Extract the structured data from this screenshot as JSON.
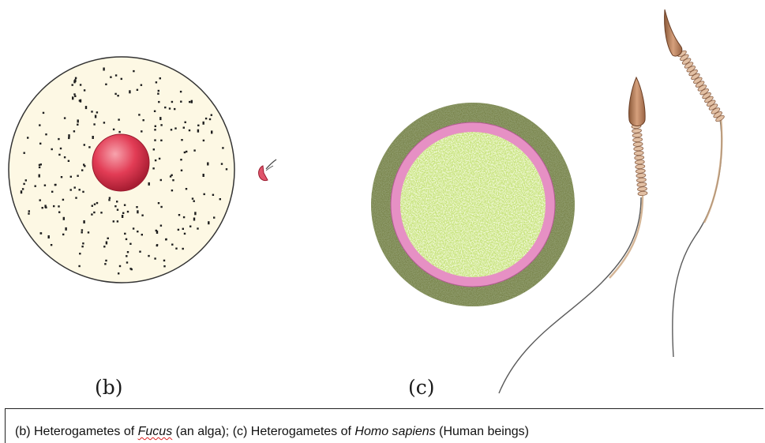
{
  "labels": {
    "b": "(b)",
    "c": "(c)"
  },
  "caption": {
    "part1": "(b) Heterogametes of ",
    "fucus": "Fucus",
    "part2": " (an alga); (c) Heterogametes of ",
    "homo": "Homo sapiens",
    "part3": " (Human beings)"
  },
  "colors": {
    "egg_b_fill": "#fdf8e4",
    "nucleus": "#d8334d",
    "egg_c_outer": "#6f7a43",
    "egg_c_ring": "#e48ac0",
    "egg_c_inner": "#c6e27a",
    "sperm_head": "#b5794f",
    "sperm_mid": "#d9b89a"
  }
}
